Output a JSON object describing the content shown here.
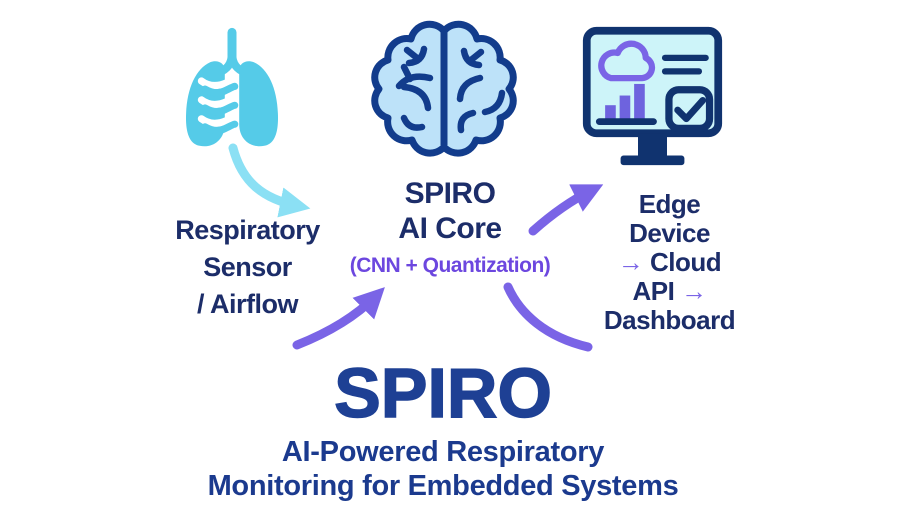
{
  "title": "SPIRO",
  "subtitle_line1": "AI-Powered Respiratory",
  "subtitle_line2": "Monitoring for Embedded Systems",
  "nodes": {
    "sensor": {
      "icon": "lungs-icon",
      "line1": "Respiratory",
      "line2": "Sensor",
      "line3": "/ Airflow"
    },
    "ai_core": {
      "icon": "brain-icon",
      "line1": "SPIRO",
      "line2": "AI Core",
      "detail": "(CNN + Quantization)"
    },
    "output": {
      "icon": "monitor-dashboard-icon",
      "line1": "Edge",
      "line2": "Device",
      "line3_arrow": "→",
      "line3_word": "Cloud",
      "line4_word": "API",
      "line4_arrow": "→",
      "line5": "Dashboard"
    }
  },
  "flow": {
    "arrow1": "lungs to respiratory-sensor (cyan)",
    "arrow2": "sensor text to ai-core (purple)",
    "arrow3": "ai-core to edge-device (purple)",
    "swoosh": "ai-core down-right curve (purple, no head)"
  },
  "colors": {
    "cyan": "#55cbe8",
    "cyan_arrow": "#8be0f4",
    "purple": "#7a64e6",
    "purple_text": "#6c47df",
    "navy_text": "#1c2d69",
    "navy_icon": "#123c8c",
    "brain_fill": "#bde2f9",
    "screen_fill": "#cdf4f9",
    "title_blue": "#1e4094",
    "subtitle_blue": "#1b3a8e"
  }
}
